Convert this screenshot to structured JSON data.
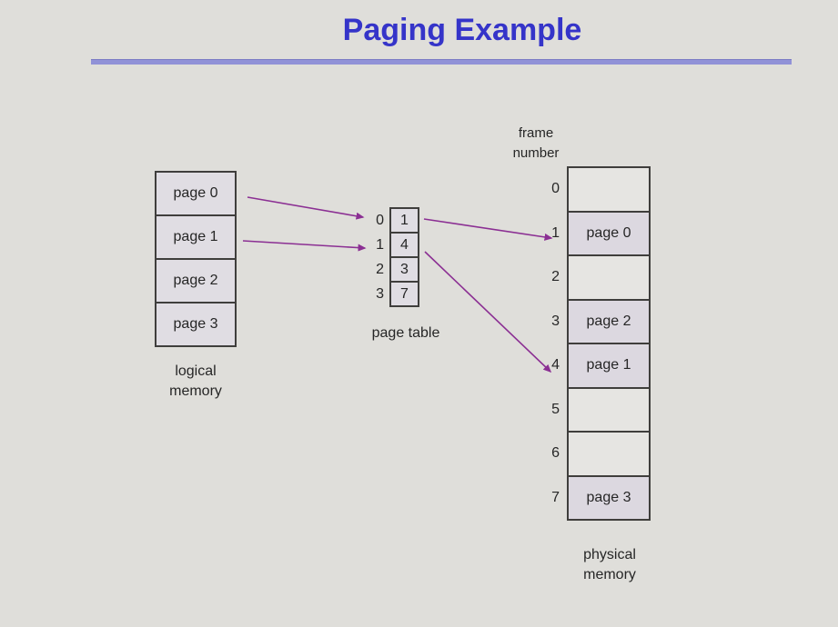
{
  "title": "Paging Example",
  "colors": {
    "title_blue": "#3534c9",
    "underline": "#9192d7",
    "arrow_purple": "#8b2f93",
    "cell_border": "#3f3e3c",
    "filled_cell": "#dcd8e0",
    "empty_cell": "#e6e5e2",
    "background": "#dfdeda"
  },
  "logical_memory": {
    "cells": [
      "page 0",
      "page 1",
      "page 2",
      "page 3"
    ],
    "label_line1": "logical",
    "label_line2": "memory"
  },
  "page_table": {
    "label": "page table",
    "rows": [
      {
        "index": "0",
        "value": "1"
      },
      {
        "index": "1",
        "value": "4"
      },
      {
        "index": "2",
        "value": "3"
      },
      {
        "index": "3",
        "value": "7"
      }
    ]
  },
  "physical_memory": {
    "header_line1": "frame",
    "header_line2": "number",
    "label_line1": "physical",
    "label_line2": "memory",
    "frames": [
      {
        "number": "0",
        "content": ""
      },
      {
        "number": "1",
        "content": "page 0"
      },
      {
        "number": "2",
        "content": ""
      },
      {
        "number": "3",
        "content": "page 2"
      },
      {
        "number": "4",
        "content": "page 1"
      },
      {
        "number": "5",
        "content": ""
      },
      {
        "number": "6",
        "content": ""
      },
      {
        "number": "7",
        "content": "page 3"
      }
    ]
  },
  "arrows": [
    {
      "from": "logical page 0",
      "to": "page table entry 0"
    },
    {
      "from": "logical page 1",
      "to": "page table entry 1"
    },
    {
      "from": "page table entry 0 (value 1)",
      "to": "physical frame 1"
    },
    {
      "from": "page table entry 1 (value 4)",
      "to": "physical frame 4"
    }
  ]
}
